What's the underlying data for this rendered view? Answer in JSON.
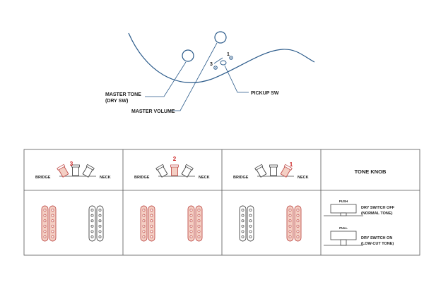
{
  "labels": {
    "master_tone_line1": "MASTER TONE",
    "master_tone_line2": "(DRY SW)",
    "master_volume": "MASTER VOLUME",
    "pickup_sw": "PICKUP SW",
    "switch_pos_3": "3",
    "switch_pos_1": "1"
  },
  "table": {
    "positions": [
      {
        "number": "3",
        "left_label": "BRIDGE",
        "right_label": "NECK",
        "active": "bridge"
      },
      {
        "number": "2",
        "left_label": "BRIDGE",
        "right_label": "NECK",
        "active": "middle"
      },
      {
        "number": "1",
        "left_label": "BRIDGE",
        "right_label": "NECK",
        "active": "neck"
      }
    ],
    "tone_knob": {
      "header": "TONE KNOB",
      "push_label": "PUSH",
      "push_desc_line1": "DRY SWITCH OFF",
      "push_desc_line2": "(NORMAL TONE)",
      "pull_label": "PULL",
      "pull_desc_line1": "DRY SWITCH ON",
      "pull_desc_line2": "(LOW-CUT TONE)"
    }
  },
  "colors": {
    "active_fill": "#f4cfc4",
    "active_stroke": "#c0504d",
    "number_red": "#cc2222",
    "line": "#2a5a8a",
    "ink": "#333333"
  }
}
